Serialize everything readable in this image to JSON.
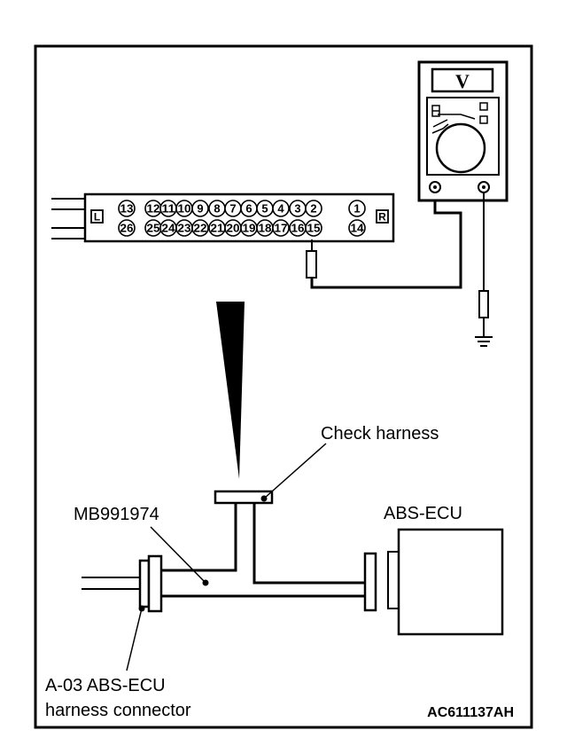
{
  "labels": {
    "check_harness": "Check harness",
    "special_tool": "MB991974",
    "ecu": "ABS-ECU",
    "connector_line1": "A-03 ABS-ECU",
    "connector_line2": "harness connector",
    "figure_code": "AC611137AH"
  },
  "meter": {
    "display": "V"
  },
  "connector": {
    "left_mark": "L",
    "right_mark": "R",
    "top_row": [
      "13",
      "12",
      "11",
      "10",
      "9",
      "8",
      "7",
      "6",
      "5",
      "4",
      "3",
      "2",
      "1"
    ],
    "bottom_row": [
      "26",
      "25",
      "24",
      "23",
      "22",
      "21",
      "20",
      "19",
      "18",
      "17",
      "16",
      "15",
      "14"
    ]
  }
}
